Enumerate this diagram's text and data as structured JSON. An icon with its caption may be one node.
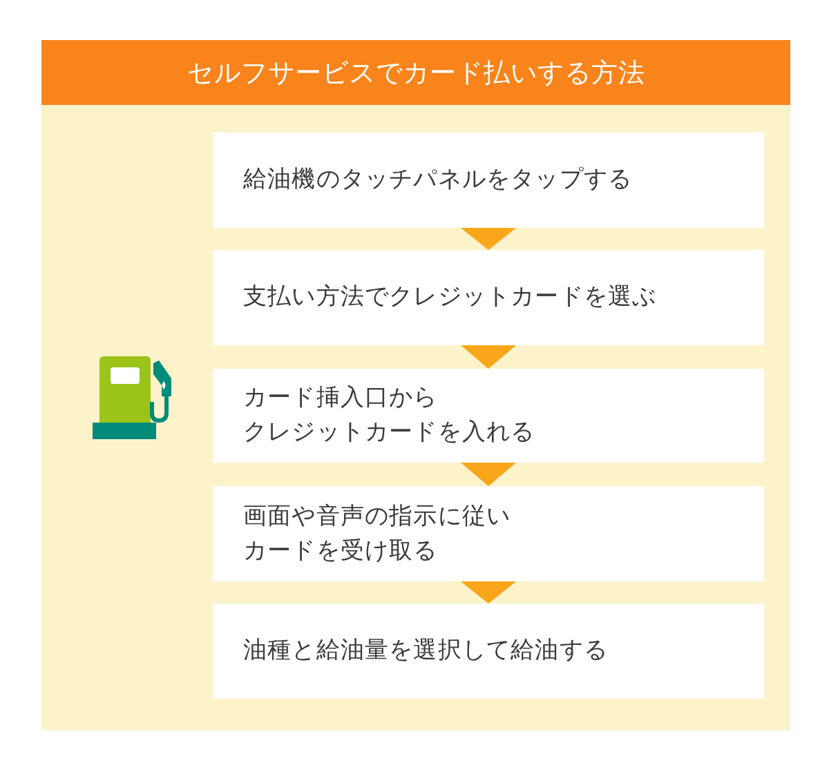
{
  "diagram": {
    "title": "セルフサービスでカード払いする方法",
    "nodes": [
      {
        "text": [
          "給油機のタッチパネルをタップする"
        ]
      },
      {
        "text": [
          "支払い方法でクレジットカードを選ぶ"
        ]
      },
      {
        "text": [
          "カード挿入口からクレジットカードを入れる"
        ]
      },
      {
        "text": [
          "画面や音声の指示に従いカードを受け取る"
        ]
      },
      {
        "text": [
          "油種と給油量を選択して給油する"
        ]
      }
    ],
    "edges": [
      {
        "from": 0,
        "to": 1,
        "arrow": "to"
      },
      {
        "from": 1,
        "to": 2,
        "arrow": "to"
      },
      {
        "from": 2,
        "to": 3,
        "arrow": "to"
      },
      {
        "from": 3,
        "to": 4,
        "arrow": "to"
      }
    ]
  }
}
